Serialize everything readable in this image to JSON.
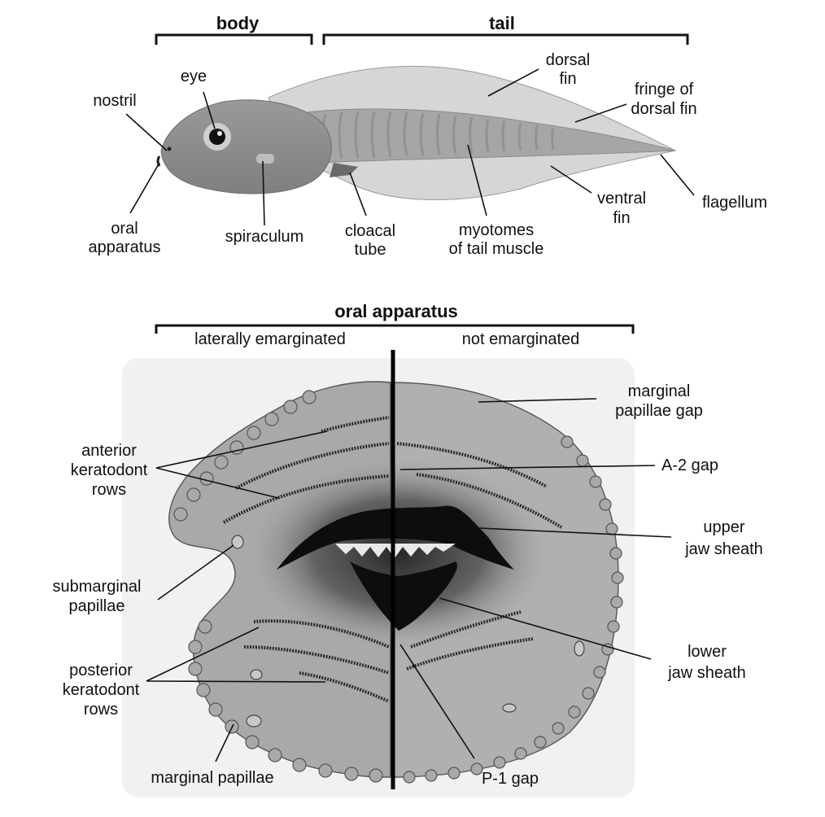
{
  "top": {
    "header_body": "body",
    "header_tail": "tail",
    "labels": {
      "eye": "eye",
      "nostril": "nostril",
      "oral_apparatus_1": "oral",
      "oral_apparatus_2": "apparatus",
      "spiraculum": "spiraculum",
      "cloacal_1": "cloacal",
      "cloacal_2": "tube",
      "myotomes_1": "myotomes",
      "myotomes_2": "of tail muscle",
      "dorsal_fin_1": "dorsal",
      "dorsal_fin_2": "fin",
      "fringe_1": "fringe of",
      "fringe_2": "dorsal fin",
      "ventral_fin_1": "ventral",
      "ventral_fin_2": "fin",
      "flagellum": "flagellum"
    }
  },
  "bottom": {
    "header": "oral apparatus",
    "left_sub": "laterally emarginated",
    "right_sub": "not emarginated",
    "labels": {
      "anterior_1": "anterior",
      "anterior_2": "keratodont",
      "anterior_3": "rows",
      "submarginal_1": "submarginal",
      "submarginal_2": "papillae",
      "posterior_1": "posterior",
      "posterior_2": "keratodont",
      "posterior_3": "rows",
      "marginal_papillae": "marginal papillae",
      "marginal_gap_1": "marginal",
      "marginal_gap_2": "papillae gap",
      "a2_gap": "A-2 gap",
      "upper_jaw_1": "upper",
      "upper_jaw_2": "jaw sheath",
      "lower_jaw_1": "lower",
      "lower_jaw_2": "jaw sheath",
      "p1_gap": "P-1 gap"
    }
  },
  "colors": {
    "body_gray": "#8e8e8e",
    "fin_gray": "#d4d4d4",
    "disc_gray": "#a9a9a9",
    "jaw_black": "#0d0d0d",
    "text": "#111111"
  }
}
